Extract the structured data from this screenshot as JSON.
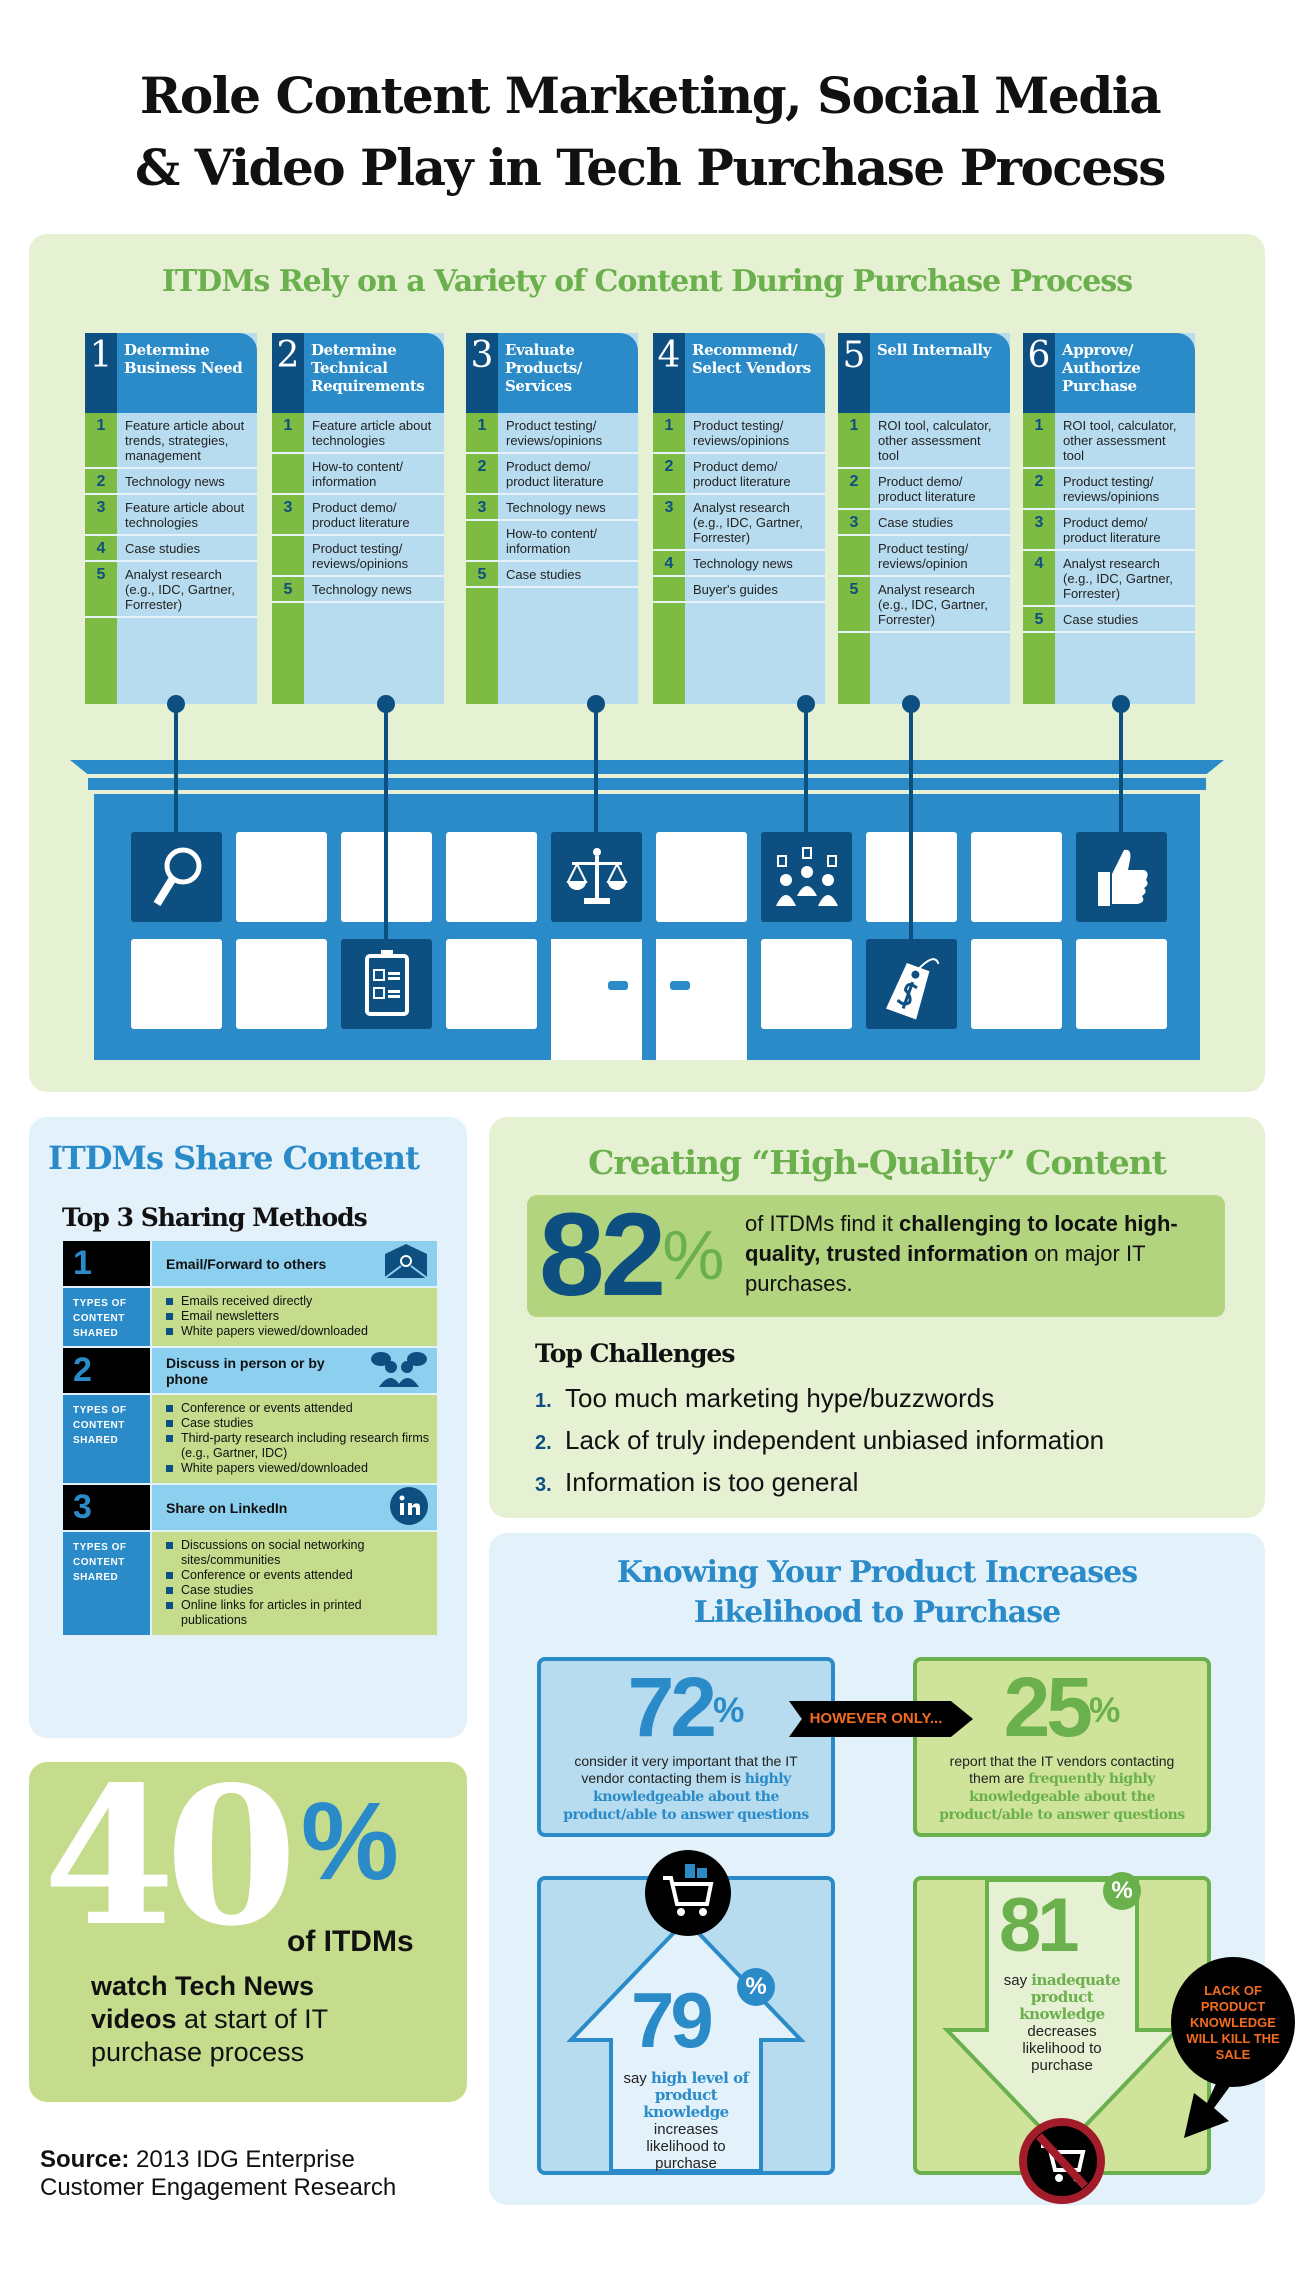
{
  "title": {
    "line1": "Role Content Marketing, Social Media",
    "line2": "& Video Play in Tech Purchase Process"
  },
  "purchase_process": {
    "heading": "ITDMs Rely on a Variety of Content During Purchase Process",
    "stages": [
      {
        "num": "1",
        "title": "Determine Business Need",
        "icon": "magnifier-icon",
        "items": [
          {
            "rank": "1",
            "text": "Feature article about trends, strategies, management"
          },
          {
            "rank": "2",
            "text": "Technology news"
          },
          {
            "rank": "3",
            "text": "Feature article about technologies"
          },
          {
            "rank": "4",
            "text": "Case studies"
          },
          {
            "rank": "5",
            "text": "Analyst research (e.g., IDC, Gartner, Forrester)"
          }
        ]
      },
      {
        "num": "2",
        "title": "Determine Technical Requirements",
        "icon": "clipboard-checklist-icon",
        "items": [
          {
            "rank": "1",
            "text": "Feature article about technologies"
          },
          {
            "rank": "",
            "text": "How-to content/ information"
          },
          {
            "rank": "3",
            "text": "Product demo/ product literature"
          },
          {
            "rank": "",
            "text": "Product testing/ reviews/opinions"
          },
          {
            "rank": "5",
            "text": "Technology news"
          }
        ]
      },
      {
        "num": "3",
        "title": "Evaluate Products/ Services",
        "icon": "scales-icon",
        "items": [
          {
            "rank": "1",
            "text": "Product testing/ reviews/opinions"
          },
          {
            "rank": "2",
            "text": "Product demo/ product literature"
          },
          {
            "rank": "3",
            "text": "Technology news"
          },
          {
            "rank": "",
            "text": "How-to content/ information"
          },
          {
            "rank": "5",
            "text": "Case studies"
          }
        ]
      },
      {
        "num": "4",
        "title": "Recommend/ Select Vendors",
        "icon": "people-vote-icon",
        "items": [
          {
            "rank": "1",
            "text": "Product testing/ reviews/opinions"
          },
          {
            "rank": "2",
            "text": "Product demo/ product literature"
          },
          {
            "rank": "3",
            "text": "Analyst research (e.g., IDC, Gartner, Forrester)"
          },
          {
            "rank": "4",
            "text": "Technology news"
          },
          {
            "rank": "",
            "text": "Buyer's guides"
          }
        ]
      },
      {
        "num": "5",
        "title": "Sell Internally",
        "icon": "price-tag-icon",
        "items": [
          {
            "rank": "1",
            "text": "ROI tool, calculator, other assessment tool"
          },
          {
            "rank": "2",
            "text": "Product demo/ product literature"
          },
          {
            "rank": "3",
            "text": "Case studies"
          },
          {
            "rank": "",
            "text": "Product testing/ reviews/opinion"
          },
          {
            "rank": "5",
            "text": "Analyst research (e.g., IDC, Gartner, Forrester)"
          }
        ]
      },
      {
        "num": "6",
        "title": "Approve/ Authorize Purchase",
        "icon": "thumbs-up-icon",
        "items": [
          {
            "rank": "1",
            "text": "ROI tool, calculator, other assessment tool"
          },
          {
            "rank": "2",
            "text": "Product testing/ reviews/opinions"
          },
          {
            "rank": "3",
            "text": "Product demo/ product literature"
          },
          {
            "rank": "4",
            "text": "Analyst research (e.g., IDC, Gartner, Forrester)"
          },
          {
            "rank": "5",
            "text": "Case studies"
          }
        ]
      }
    ]
  },
  "sharing": {
    "heading": "ITDMs Share Content",
    "subheading": "Top 3 Sharing Methods",
    "types_label": "TYPES OF CONTENT SHARED",
    "methods": [
      {
        "num": "1",
        "label": "Email/Forward to others",
        "icon": "email-icon",
        "types": [
          "Emails received directly",
          "Email newsletters",
          "White papers viewed/downloaded"
        ]
      },
      {
        "num": "2",
        "label": "Discuss in person or by phone",
        "icon": "people-talking-icon",
        "types": [
          "Conference or events attended",
          "Case studies",
          "Third-party research including research firms (e.g., Gartner, IDC)",
          "White papers viewed/downloaded"
        ]
      },
      {
        "num": "3",
        "label": "Share on LinkedIn",
        "icon": "linkedin-icon",
        "types": [
          "Discussions on social networking sites/communities",
          "Conference or events attended",
          "Case studies",
          "Online links for articles in printed publications"
        ]
      }
    ]
  },
  "videos": {
    "value": "40",
    "pct": "%",
    "bold1": "of ITDMs",
    "bold2": "watch Tech News",
    "bold3": "videos",
    "rest1": " at start of IT",
    "rest2": "purchase process"
  },
  "source": {
    "label": "Source:",
    "text": " 2013 IDG Enterprise",
    "text2": "Customer Engagement Research"
  },
  "quality": {
    "heading": "Creating “High-Quality” Content",
    "stat": {
      "value": "82",
      "pct": "%",
      "pre": "of ITDMs find it ",
      "bold": "challenging to locate high-quality, trusted information",
      "post": " on major IT purchases."
    },
    "challenges_heading": "Top Challenges",
    "challenges": [
      {
        "num": "1.",
        "text": "Too much marketing hype/buzzwords"
      },
      {
        "num": "2.",
        "text": "Lack of truly independent unbiased information"
      },
      {
        "num": "3.",
        "text": "Information is too general"
      }
    ]
  },
  "knowledge": {
    "heading1": "Knowing Your Product Increases",
    "heading2": "Likelihood to Purchase",
    "stat72": {
      "value": "72",
      "pct": "%",
      "pre": "consider it very important that the IT vendor contacting them is ",
      "bold": "highly knowledgeable about the product/able to answer questions"
    },
    "connector": "HOWEVER ONLY...",
    "stat25": {
      "value": "25",
      "pct": "%",
      "pre": "report that the IT vendors contacting them are ",
      "bold": "frequently highly knowledgeable about the product/able to answer questions"
    },
    "stat79": {
      "value": "79",
      "pct": "%",
      "pre": "say ",
      "bold": "high level of product knowledge",
      "post": " increases likelihood to purchase"
    },
    "stat81": {
      "value": "81",
      "pct": "%",
      "pre": "say ",
      "bold": "inadequate product knowledge",
      "post": " decreases likelihood to purchase"
    },
    "callout": "LACK OF PRODUCT KNOWLEDGE WILL KILL THE SALE"
  },
  "colors": {
    "blue": "#2a8bc8",
    "dark_blue": "#0d4f80",
    "green": "#7dbb42",
    "title_green": "#6ab04c",
    "orange": "#f26b21"
  }
}
